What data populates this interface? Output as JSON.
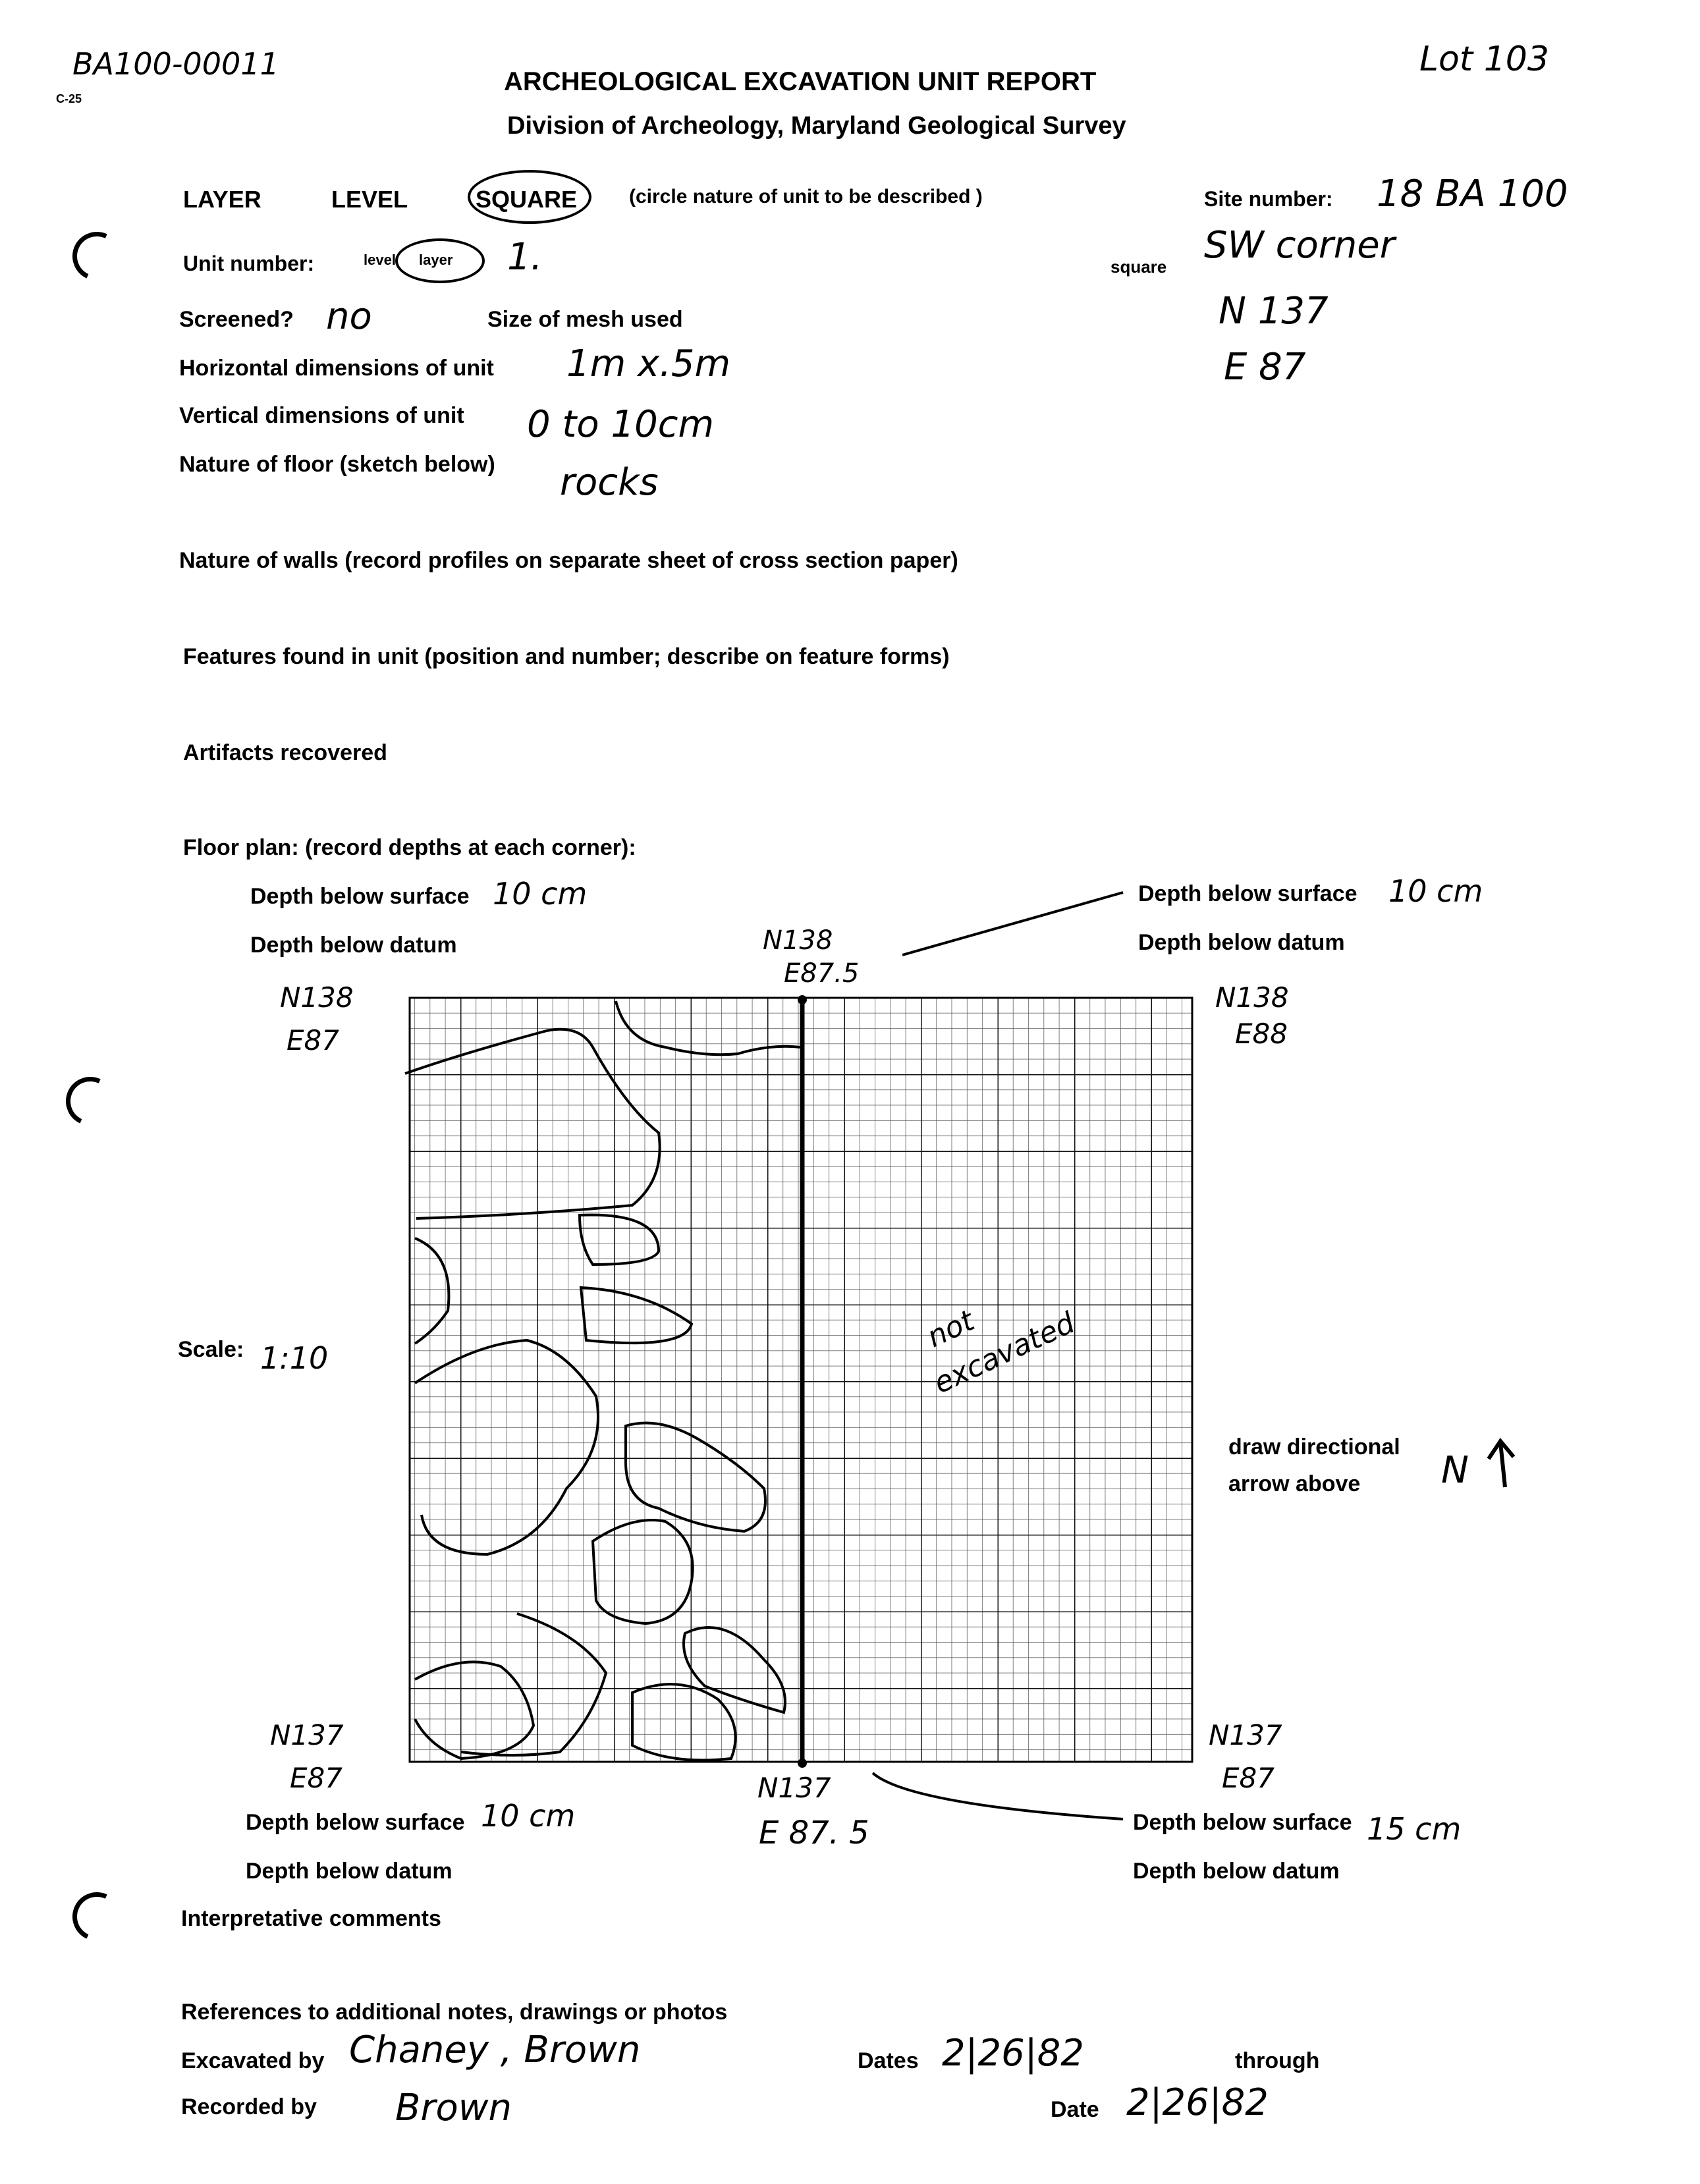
{
  "header": {
    "doc_id": "BA100-00011",
    "form_code": "C-25",
    "lot": "Lot 103",
    "title": "ARCHEOLOGICAL EXCAVATION UNIT REPORT",
    "subtitle": "Division of Archeology, Maryland Geological Survey"
  },
  "unit_type": {
    "layer": "LAYER",
    "level": "LEVEL",
    "square": "SQUARE",
    "note": "(circle nature of unit to be described )"
  },
  "site": {
    "label": "Site number:",
    "value": "18 BA 100"
  },
  "unit_number": {
    "label": "Unit number:",
    "option_level": "level",
    "option_layer": "layer",
    "value": "1.",
    "square_label": "square",
    "square_value": "SW corner",
    "north": "N 137",
    "east": "E 87"
  },
  "fields": {
    "screened_label": "Screened?",
    "screened_value": "no",
    "mesh_label": "Size of mesh used",
    "horizontal_label": "Horizontal dimensions of unit",
    "horizontal_value": "1m x.5m",
    "vertical_label": "Vertical dimensions of unit",
    "vertical_value": "0 to 10cm",
    "floor_label": "Nature of floor (sketch below)",
    "floor_value": "rocks",
    "walls_label": "Nature of walls (record profiles on separate sheet of cross section paper)",
    "features_label": "Features found in unit (position and number; describe on feature forms)",
    "artifacts_label": "Artifacts recovered"
  },
  "floor_plan": {
    "label": "Floor plan: (record depths at each corner):",
    "depth_surface_label": "Depth below surface",
    "depth_datum_label": "Depth below datum",
    "tl_depth": "10 cm",
    "tr_depth": "10 cm",
    "bl_depth": "10 cm",
    "br_depth": "15 cm",
    "tl_n": "N138",
    "tl_e": "E87",
    "tr_n": "N138",
    "tr_e": "E88",
    "bl_n": "N137",
    "bl_e": "E87",
    "br_n": "N137",
    "br_e": "E87",
    "top_mid_n": "N138",
    "top_mid_e": "E87.5",
    "bot_mid_n": "N137",
    "bot_mid_e": "E 87. 5",
    "not_excavated_1": "not",
    "not_excavated_2": "excavated",
    "scale_label": "Scale:",
    "scale_value": "1:10",
    "arrow_label_1": "draw directional",
    "arrow_label_2": "arrow above",
    "arrow_value": "N"
  },
  "footer": {
    "interpretive_label": "Interpretative comments",
    "references_label": "References to additional notes, drawings or photos",
    "excavated_label": "Excavated by",
    "excavated_value": "Chaney , Brown",
    "recorded_label": "Recorded by",
    "recorded_value": "Brown",
    "dates_label": "Dates",
    "dates_value": "2|26|82",
    "through_label": "through",
    "date_label": "Date",
    "date_value": "2|26|82"
  }
}
